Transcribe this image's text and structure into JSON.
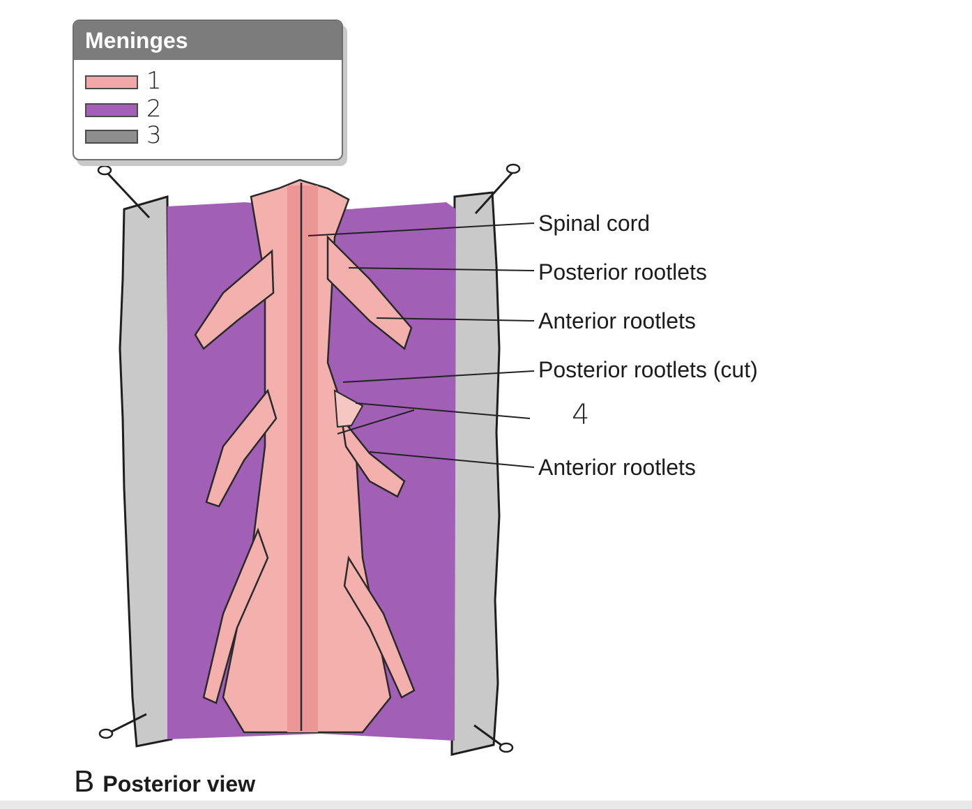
{
  "legend": {
    "title": "Meninges",
    "items": [
      {
        "label": "1",
        "color": "#f2a8a8"
      },
      {
        "label": "2",
        "color": "#a45fb8"
      },
      {
        "label": "3",
        "color": "#8e8e8e"
      }
    ]
  },
  "callouts": {
    "spinal_cord": "Spinal cord",
    "posterior_rootlets": "Posterior rootlets",
    "anterior_rootlets_upper": "Anterior rootlets",
    "posterior_rootlets_cut": "Posterior rootlets (cut)",
    "label_4": "4",
    "anterior_rootlets_lower": "Anterior rootlets"
  },
  "caption": {
    "letter": "B",
    "view": "Posterior view"
  },
  "colors": {
    "dura": "#c9cac9",
    "arachnoid": "#a15fb6",
    "pia": "#f3b0ac",
    "cord_center": "#e98f8f"
  }
}
